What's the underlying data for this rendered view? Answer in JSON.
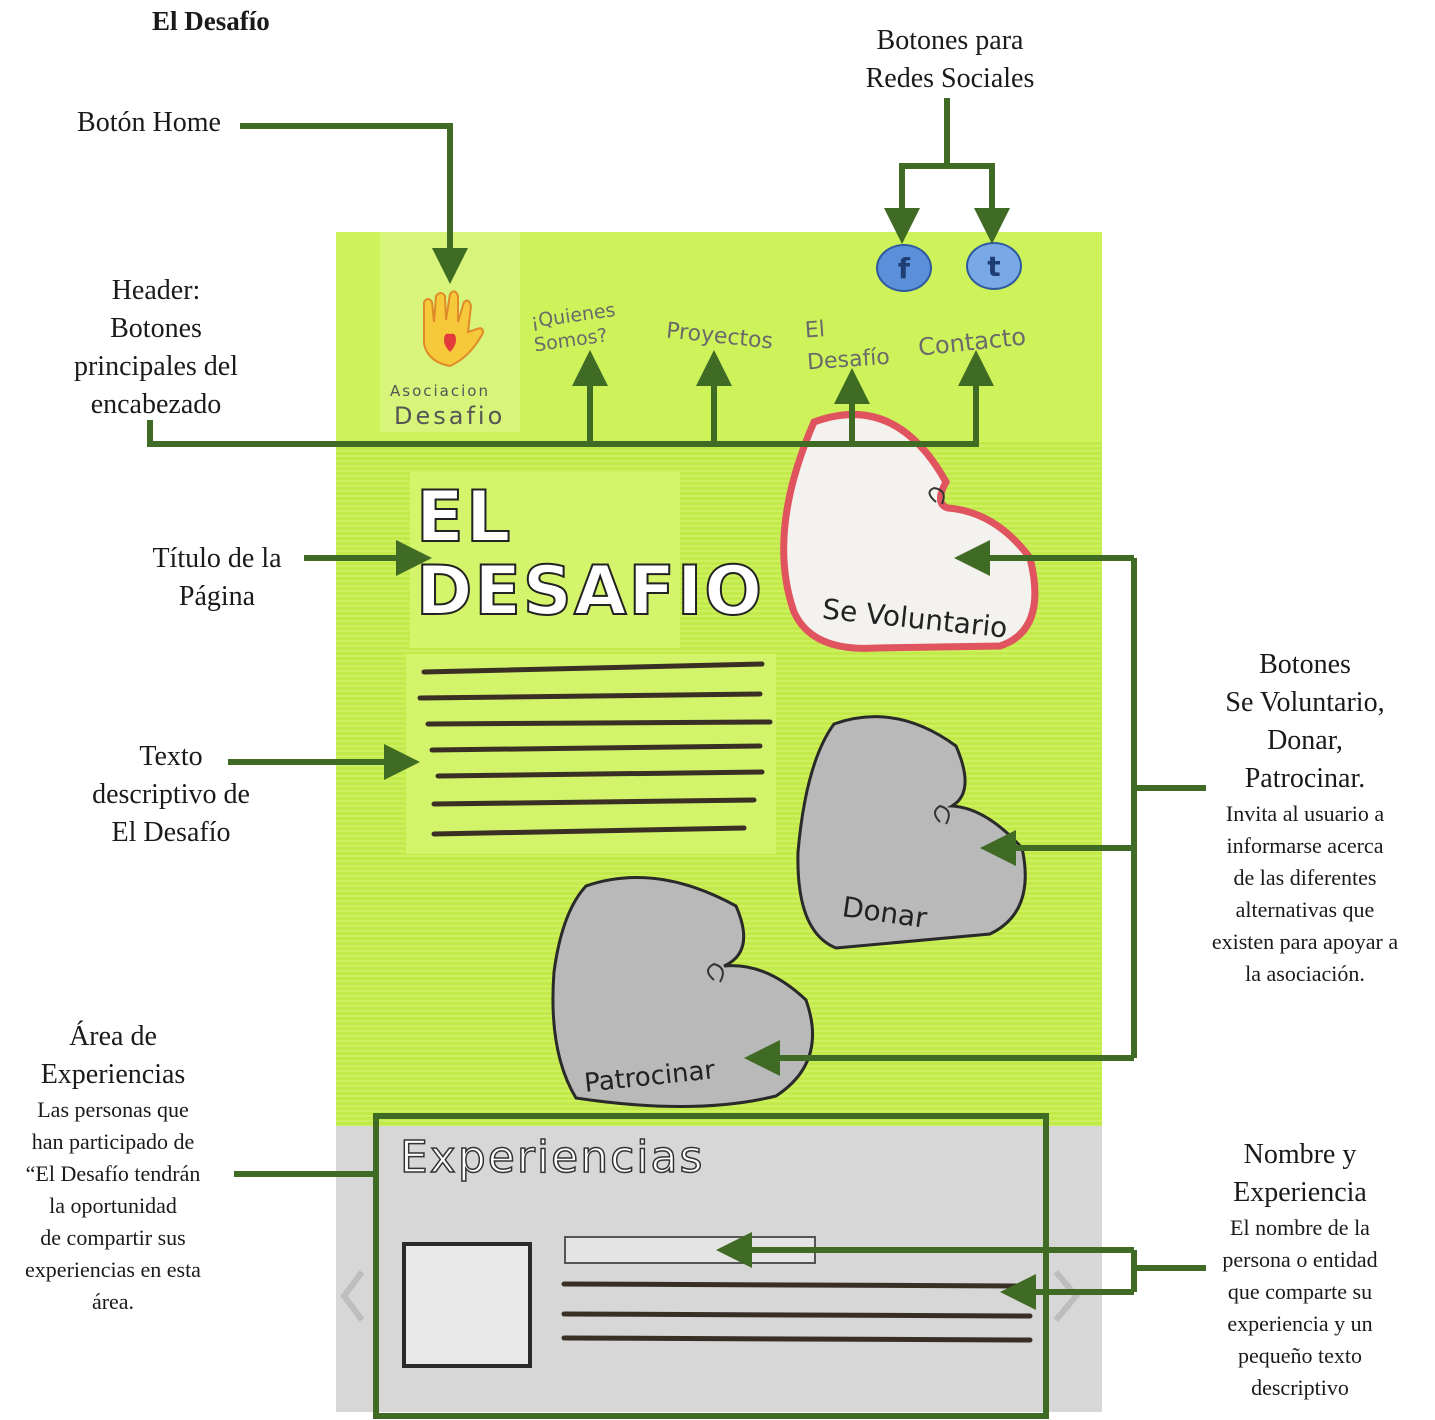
{
  "doc_title": "El Desafío",
  "annotations": {
    "redes": [
      "Botones para",
      "Redes Sociales"
    ],
    "home": "Botón Home",
    "header": [
      "Header:",
      "Botones",
      "principales del",
      "encabezado"
    ],
    "titulo": [
      "Título de la",
      "Página"
    ],
    "texto": [
      "Texto",
      "descriptivo de",
      "El Desafío"
    ],
    "botones": {
      "lines": [
        "Botones",
        "Se Voluntario,",
        "Donar,",
        "Patrocinar."
      ],
      "sub": [
        "Invita al usuario a",
        "informarse acerca",
        "de las diferentes",
        "alternativas que",
        "existen para apoyar a",
        "la asociación."
      ]
    },
    "experiencias": {
      "lines": [
        "Área de",
        "Experiencias"
      ],
      "sub": [
        "Las personas que",
        "han participado de",
        "“El Desafío tendrán",
        "la oportunidad",
        "de compartir sus",
        "experiencias en esta",
        "área."
      ]
    },
    "nombre": {
      "lines": [
        "Nombre y",
        "Experiencia"
      ],
      "sub": [
        "El nombre de la",
        "persona o entidad",
        "que comparte su",
        "experiencia y un",
        "pequeño texto",
        "descriptivo"
      ]
    }
  },
  "sketch": {
    "logo": {
      "line1": "Asociacion",
      "line2": "Desafio"
    },
    "nav": {
      "quienes": "¡Quienes Somos?",
      "proyectos": "Proyectos",
      "desafio": "El Desafío",
      "contacto": "Contacto"
    },
    "social": {
      "facebook": "f",
      "tumblr": "t"
    },
    "page_title": {
      "line1": "EL",
      "line2": "DESAFIO"
    },
    "buttons": {
      "voluntario": "Se Voluntario",
      "donar": "Donar",
      "patrocinar": "Patrocinar"
    },
    "experiences_title": "Experiencias"
  },
  "colors": {
    "arrow": "#3f6b24",
    "sketch_bg": "#c7ef4c",
    "heart_red": "#e0545f",
    "heart_gray": "#b9b9b9"
  }
}
